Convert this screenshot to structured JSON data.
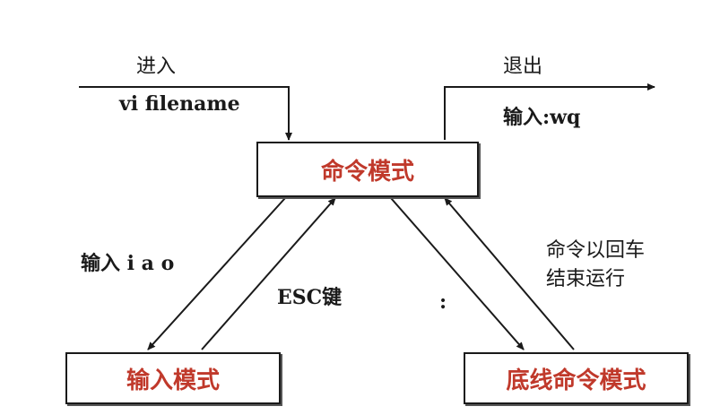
{
  "nodes": {
    "command_mode": "命令模式",
    "insert_mode": "输入模式",
    "lastline_mode": "底线命令模式"
  },
  "labels": {
    "enter": "进入",
    "enter_cmd": "vi filename",
    "exit": "退出",
    "exit_cmd": "输入:wq",
    "insert_keys": "输入 i a o",
    "esc": "ESC键",
    "colon": ":",
    "run": "命令以回车\n结束运行"
  },
  "colors": {
    "node_text": "#c0392b",
    "line": "#1a1a1a"
  }
}
